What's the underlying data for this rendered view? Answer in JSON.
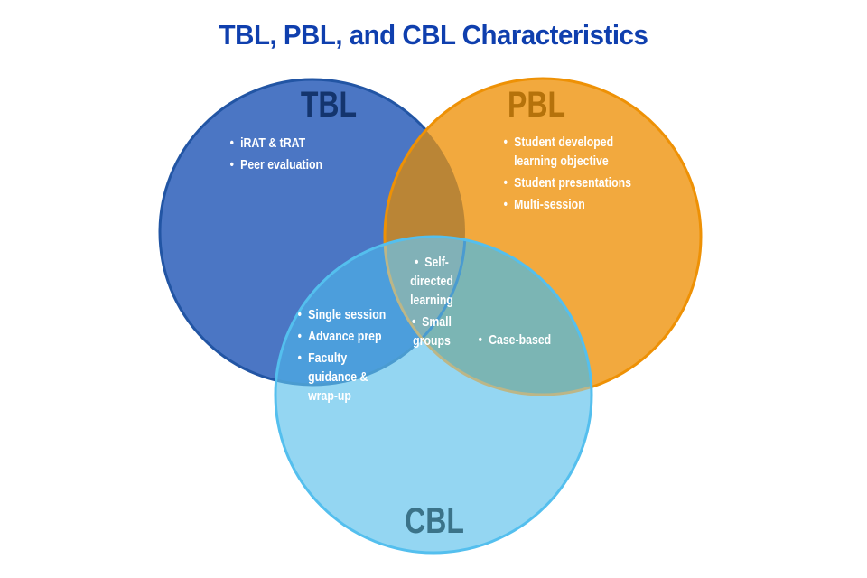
{
  "title": "TBL, PBL, and CBL Characteristics",
  "colors": {
    "background": "#FFFFFF",
    "title": "#0F3FAE",
    "bullet_text": "#FFFFFF",
    "tbl_fill": "#4B76C4",
    "tbl_stroke": "#2255A4",
    "tbl_label": "#14356E",
    "pbl_fill": "#F2A93E",
    "pbl_stroke": "#EE9105",
    "pbl_label": "#B5720B",
    "cbl_fill": "#94D6F2",
    "cbl_stroke": "#54BFEE",
    "cbl_label": "#3B7389",
    "tbl_pbl_overlap": "#BA8536",
    "tbl_cbl_overlap": "#4C9EDC",
    "pbl_cbl_overlap": "#7BB5B4",
    "center_overlap": "#81B1B7",
    "tbl_stroke_in_cbl": "#4A9BD0",
    "pbl_stroke_in_cbl": "#BCB687"
  },
  "circles": {
    "tbl": {
      "label": "TBL"
    },
    "pbl": {
      "label": "PBL"
    },
    "cbl": {
      "label": "CBL"
    }
  },
  "regions": {
    "tbl_only": [
      "iRAT & tRAT",
      "Peer evaluation"
    ],
    "pbl_only": [
      "Student developed learning objective",
      "Student presentations",
      "Multi-session"
    ],
    "tbl_cbl": [
      "Single session",
      "Advance prep",
      "Faculty guidance & wrap-up"
    ],
    "pbl_cbl": [
      "Case-based"
    ],
    "tbl_pbl_cbl": [
      "Self-directed learning",
      "Small groups"
    ]
  }
}
